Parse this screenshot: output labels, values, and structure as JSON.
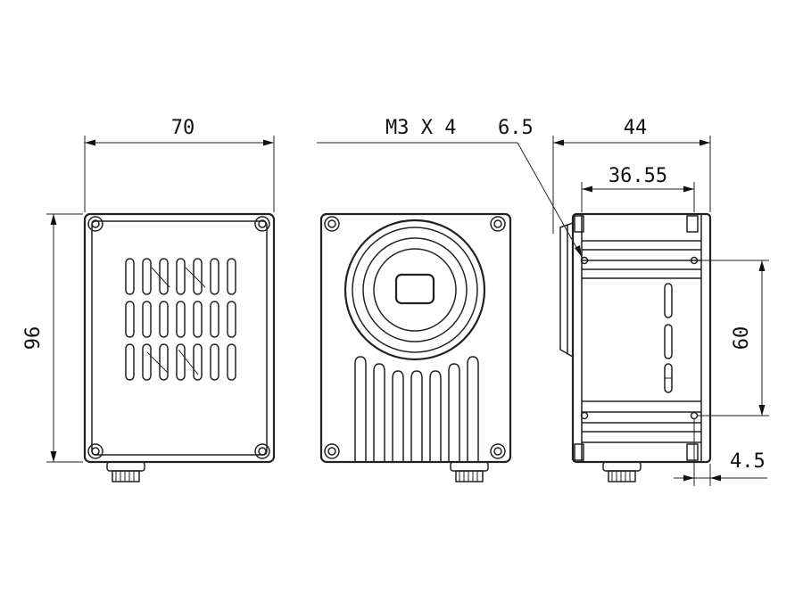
{
  "dimensions": {
    "front_width": "70",
    "front_height": "96",
    "screw_spec": "M3 X 4",
    "hole_offset": "6.5",
    "side_depth": "44",
    "side_hole_span": "36.55",
    "side_hole_vertical": "60",
    "side_bottom_offset": "4.5"
  },
  "colors": {
    "line": "#222222",
    "background": "#ffffff"
  }
}
